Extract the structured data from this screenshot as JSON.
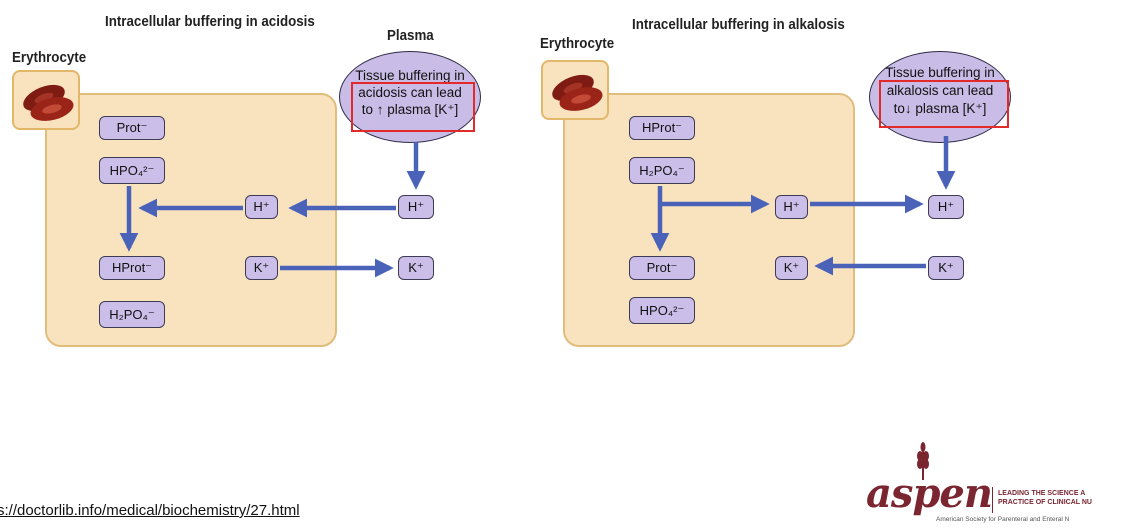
{
  "left_panel": {
    "title": "Intracellular buffering in acidosis",
    "erythrocyte_label": "Erythrocyte",
    "plasma_label": "Plasma",
    "bubble_lines": [
      "Tissue buffering in",
      "acidosis can lead",
      "to ↑ plasma [K⁺]"
    ],
    "cell_ions": {
      "prot": "Prot⁻",
      "hpo4": "HPO₄²⁻",
      "hprot": "HProt⁻",
      "h2po4": "H₂PO₄⁻",
      "h": "H⁺",
      "k": "K⁺"
    },
    "plasma_ions": {
      "h": "H⁺",
      "k": "K⁺"
    }
  },
  "right_panel": {
    "title": "Intracellular buffering in alkalosis",
    "erythrocyte_label": "Erythrocyte",
    "bubble_lines": [
      "Tissue buffering in",
      "alkalosis can lead",
      "to↓ plasma  [K⁺]"
    ],
    "cell_ions": {
      "hprot": "HProt⁻",
      "h2po4": "H₂PO₄⁻",
      "prot": "Prot⁻",
      "hpo4": "HPO₄²⁻",
      "h": "H⁺",
      "k": "K⁺"
    },
    "plasma_ions": {
      "h": "H⁺",
      "k": "K⁺"
    }
  },
  "source_url": "s://doctorlib.info/medical/biochemistry/27.html",
  "logo": {
    "word": "aspen",
    "tagline_1": "LEADING THE SCIENCE A",
    "tagline_2": "PRACTICE OF CLINICAL NU",
    "subline": "American Society for Parenteral and Enteral N"
  },
  "colors": {
    "cell_fill": "#f9e3bf",
    "ion_fill": "#cbbfe9",
    "arrow": "#4a63b8",
    "highlight": "#e22a2a",
    "logo": "#7a2530"
  }
}
